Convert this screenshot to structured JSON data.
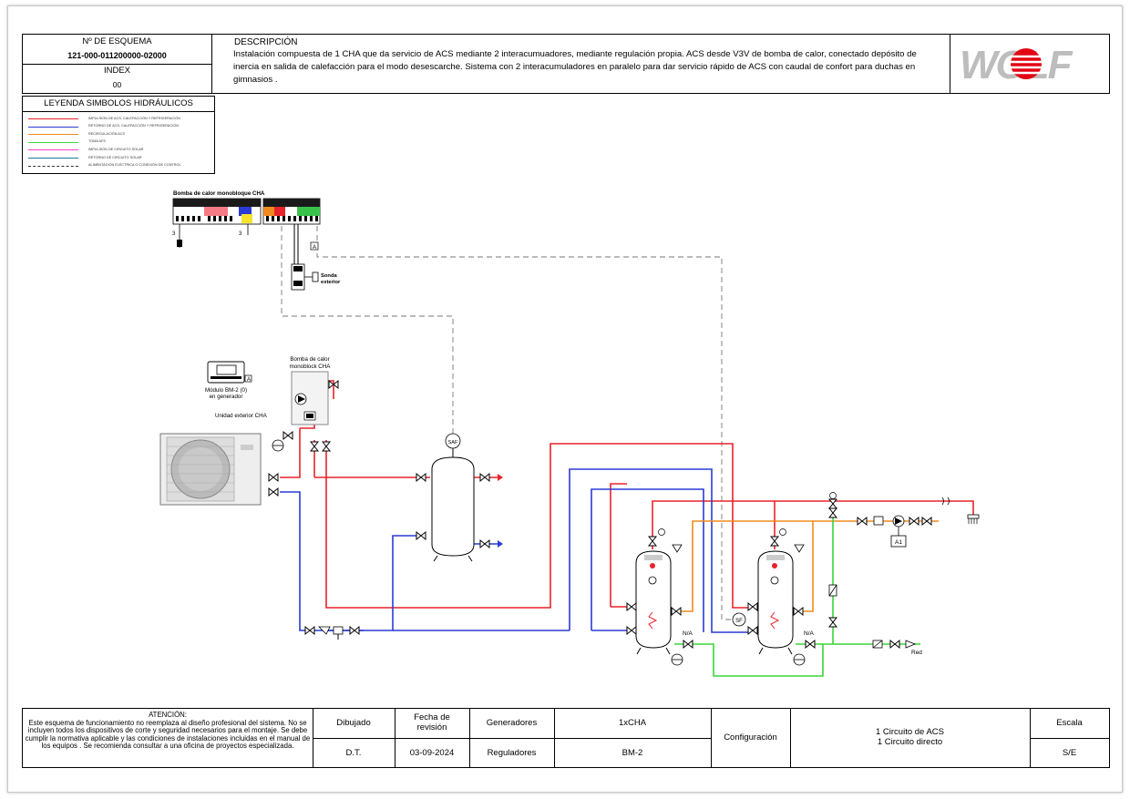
{
  "header": {
    "scheme_label": "Nº DE ESQUEMA",
    "scheme_number": "121-000-011200000-02000",
    "index_label": "INDEX",
    "index_value": "00",
    "description_label": "DESCRIPCIÓN",
    "description": "Instalación compuesta de 1 CHA que da servicio de ACS mediante 2 interacumuadores, mediante regulación propia. ACS desde V3V de bomba de calor, conectado depósito de inercia en salida de calefacción para el modo desescarche. Sistema con 2 interacumuladores en paralelo para dar servicio rápido de ACS con caudal de confort para duchas en gimnasios .",
    "logo_text": "WOLF"
  },
  "legend": {
    "title": "LEYENDA SIMBOLOS HIDRÁULICOS",
    "items": [
      {
        "label": "IMPULSIÓN DE ACS, CALEFACCIÓN Y REFRIGERACIÓN",
        "color": "#e8232a",
        "style": "solid"
      },
      {
        "label": "RETORNO DE ACS, CALEFACCIÓN Y REFRIGERACIÓN",
        "color": "#2a3bd6",
        "style": "solid"
      },
      {
        "label": "RECIRCULACIÓN ACS",
        "color": "#f08a1e",
        "style": "solid"
      },
      {
        "label": "TOMA AFS",
        "color": "#39d639",
        "style": "solid"
      },
      {
        "label": "IMPULSIÓN DE CIRCUITO SOLAR",
        "color": "#ff40d0",
        "style": "solid"
      },
      {
        "label": "RETORNO DE CIRCUITO SOLAR",
        "color": "#1a7a9a",
        "style": "solid"
      },
      {
        "label": "ALIMENTACIÓN ELÉCTRICA O CONEXIÓN DE CONTROL",
        "color": "#333333",
        "style": "dashed"
      }
    ]
  },
  "diagram": {
    "heatpump_terminal_label": "Bomba de calor monobloque CHA",
    "sonda_label_1": "Sonda",
    "sonda_label_2": "exterior",
    "module_label_1": "Módulo BM-2 (0)",
    "module_label_2": "en generador",
    "outdoor_unit_label": "Unidad exterior CHA",
    "indoor_unit_label_1": "Bomba de calor",
    "indoor_unit_label_2": "monoblock CHA",
    "saf_label": "SAF",
    "sf_label": "SF",
    "na_label_1": "N/A",
    "na_label_2": "N/A",
    "a1_label": "A1",
    "red_label": "Red",
    "terminal_marker": "A",
    "wire_label": "3"
  },
  "footer": {
    "attention_title": "ATENCIÓN:",
    "attention_text": "Este esquema de funcionamiento no reemplaza al diseño profesional del sistema. No se incluyen todos los dispositivos de corte y seguridad necesarios para el montaje. Se debe cumplir la normativa aplicable y las condiciones de instalaciones incluidas en el manual de los equipos . Se recomienda consultar a una oficina de proyectos especializada.",
    "drawn_label": "Dibujado",
    "drawn_value": "D.T.",
    "date_label": "Fecha de revisión",
    "date_value": "03-09-2024",
    "generators_label": "Generadores",
    "generators_value": "1xCHA",
    "regulators_label": "Reguladores",
    "regulators_value": "BM-2",
    "config_label": "Configuración",
    "config_line1": "1 Circuito de ACS",
    "config_line2": "1 Circuito directo",
    "scale_label": "Escala",
    "scale_value": "S/E"
  }
}
